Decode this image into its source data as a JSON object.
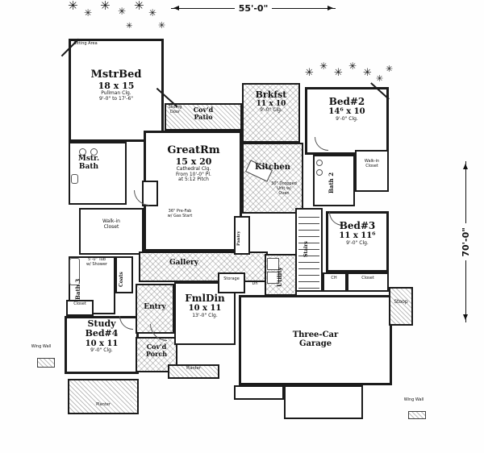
{
  "icons": {
    "bush": "✳"
  },
  "dims": {
    "width": "55'-0\"",
    "height": "70'-0\""
  },
  "rooms": {
    "sitting_area": "Sitting Area",
    "mstr_bed": {
      "name": "MstrBed",
      "size": "18 x 15",
      "note1": "Pullman Clg.",
      "note2": "9'-0\" to 17'-6\""
    },
    "mstr_bath": "Mstr. Bath",
    "wic_master": "Walk-in Closet",
    "tub": {
      "note1": "5'-0\" Tub",
      "note2": "w/ Shower"
    },
    "bath3": "Bath 3",
    "coats": "Coats",
    "closet_study": "Closet",
    "study": {
      "name": "Study",
      "alt": "Bed#4",
      "size": "10 x 11",
      "note": "9'-0\" Clg."
    },
    "entry": "Entry",
    "covd_porch": "Cov'd Porch",
    "fml_din": {
      "name": "FmlDin",
      "size": "10 x 11",
      "note": "13'-0\" Clg."
    },
    "gallery": "Gallery",
    "great_rm": {
      "name": "GreatRm",
      "size": "15 x 20",
      "note1": "Cathedral Clg.",
      "note2": "From 10'-0\" Pl.",
      "note3": "at 5:12 Pitch"
    },
    "fireplace": {
      "note1": "36\" Pre-Fab",
      "note2": "w/ Gas Start"
    },
    "covd_patio": "Cov'd Patio",
    "sliding_door": "Sliding Door",
    "brkfst": {
      "name": "Brkfst",
      "size": "11 x 10",
      "note": "9'-0\" Clg."
    },
    "kitchen": {
      "name": "Kitchen",
      "note1": "30\" Dropped",
      "note2": "Unit w/",
      "note3": "Oven"
    },
    "bed2": {
      "name": "Bed#2",
      "size": "14⁶ x 10",
      "note": "9'-0\" Clg."
    },
    "bath2": "Bath 2",
    "wic2": "Walk-in Closet",
    "bed3": {
      "name": "Bed#3",
      "size": "11 x 11⁶",
      "note": "9'-0\" Clg."
    },
    "closet_bed3": "Closet",
    "ch": "CH",
    "stairs": "Stairs",
    "dn": "Dn",
    "utility": "Utility",
    "storage": "Storage",
    "pantry": "Pantry",
    "garage": "Three-Car Garage",
    "stoop": "Stoop",
    "planter_porch": "Planter",
    "planter_left": "Planter",
    "wing_wall_left": "Wing Wall",
    "wing_wall_right": "Wing Wall"
  }
}
